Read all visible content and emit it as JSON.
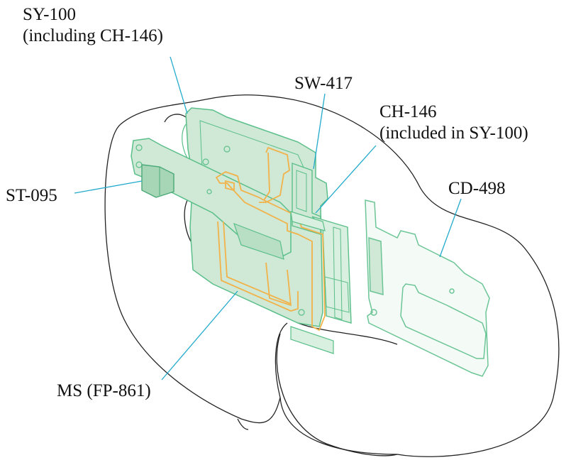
{
  "labels": {
    "sy100_line1": "SY-100",
    "sy100_line2": "(including CH-146)",
    "sw417": "SW-417",
    "ch146_line1": "CH-146",
    "ch146_line2": "(included in SY-100)",
    "st095": "ST-095",
    "cd498": "CD-498",
    "ms": "MS (FP-861)"
  },
  "colors": {
    "board_fill": "#cfe9d6",
    "board_stroke": "#5bbf8a",
    "flex_stroke": "#f2b24a",
    "leader_line": "#22aacc",
    "body_outline": "#222222"
  }
}
